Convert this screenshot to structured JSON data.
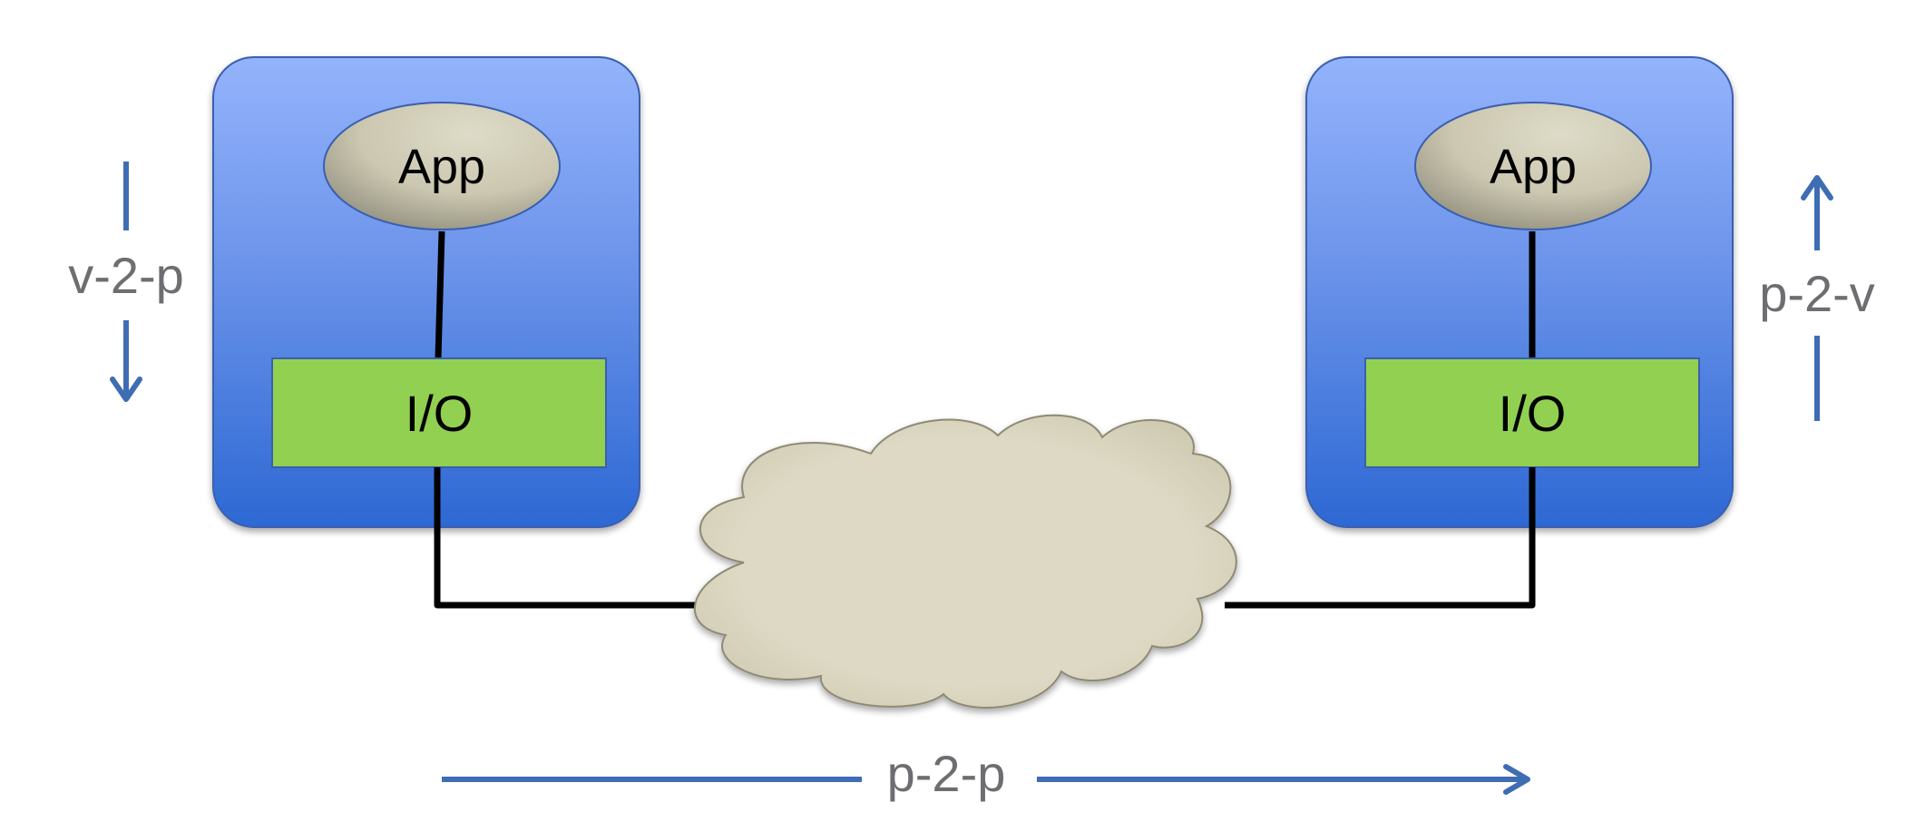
{
  "diagram": {
    "left_host": {
      "app_label": "App",
      "io_label": "I/O"
    },
    "right_host": {
      "app_label": "App",
      "io_label": "I/O"
    },
    "flows": {
      "left": "v-2-p",
      "right": "p-2-v",
      "bottom": "p-2-p"
    },
    "colors": {
      "host_gradient_top": "#94b3fc",
      "host_gradient_bottom": "#2d68d3",
      "io_box": "#91d051",
      "app_ellipse": "#d6d2bd",
      "cloud": "#ddd9c4",
      "arrow": "#3f6db3",
      "flow_text": "#6d6e71",
      "link": "#000000"
    }
  }
}
